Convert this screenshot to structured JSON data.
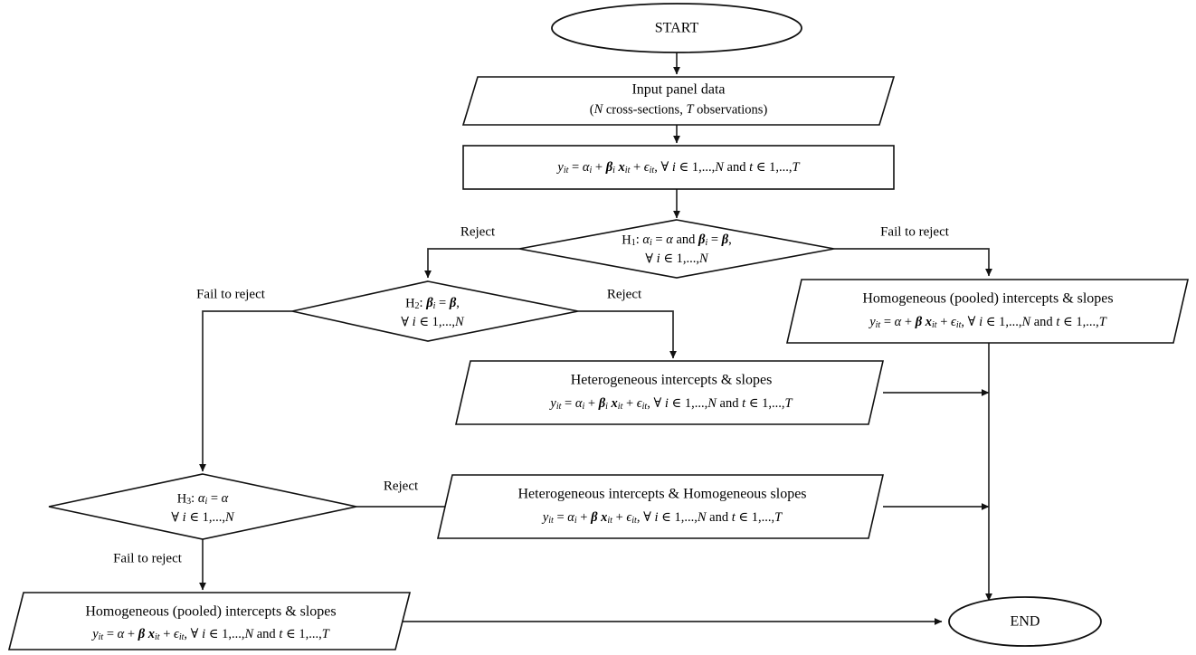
{
  "diagram": {
    "title": "Panel data homogeneity testing flowchart",
    "colors": {
      "stroke": "#111111",
      "connector": "#2b2b2b",
      "fill": "#ffffff",
      "text": "#000000"
    },
    "nodes": {
      "start": {
        "label": "START",
        "shape": "ellipse"
      },
      "input": {
        "line1": "Input panel data",
        "line2_pre": "(",
        "line2_N": "N",
        "line2_mid": " cross-sections, ",
        "line2_T": "T",
        "line2_post": " observations)",
        "shape": "parallelogram"
      },
      "model": {
        "formula": "y_it = α_i + β_i x_it + ε_it, ∀ i ∈ 1,...,N and t ∈ 1,...,T",
        "shape": "rectangle"
      },
      "h1": {
        "line1": "H₁: α_i = α and β_i = β,",
        "line2": "∀ i ∈ 1,...,N",
        "shape": "diamond"
      },
      "h2": {
        "line1": "H₂: β_i = β,",
        "line2": "∀ i ∈ 1,...,N",
        "shape": "diamond"
      },
      "h3": {
        "line1": "H₃:  α_i = α",
        "line2": "∀ i ∈ 1,...,N",
        "shape": "diamond"
      },
      "pooled_right": {
        "line1": "Homogeneous (pooled) intercepts & slopes",
        "line2": "y_it = α + β x_it + ε_it, ∀ i ∈ 1,...,N and t ∈ 1,...,T",
        "shape": "parallelogram"
      },
      "hetero_both": {
        "line1": "Heterogeneous intercepts & slopes",
        "line2": "y_it = α_i + β_i x_it + ε_it, ∀ i ∈ 1,...,N and t ∈ 1,...,T",
        "shape": "parallelogram"
      },
      "hetero_int_homo_slope": {
        "line1": "Heterogeneous intercepts & Homogeneous slopes",
        "line2": "y_it = α_i + β x_it + ε_it, ∀ i ∈ 1,...,N and t ∈ 1,...,T",
        "shape": "parallelogram"
      },
      "pooled_bottom": {
        "line1": "Homogeneous (pooled) intercepts & slopes",
        "line2": "y_it = α + β x_it + ε_it, ∀ i ∈ 1,...,N and t ∈ 1,...,T",
        "shape": "parallelogram"
      },
      "end": {
        "label": "END",
        "shape": "ellipse"
      }
    },
    "edge_labels": {
      "h1_reject": "Reject",
      "h1_fail": "Fail to reject",
      "h2_fail": "Fail to reject",
      "h2_reject": "Reject",
      "h3_reject": "Reject",
      "h3_fail": "Fail to reject"
    }
  }
}
